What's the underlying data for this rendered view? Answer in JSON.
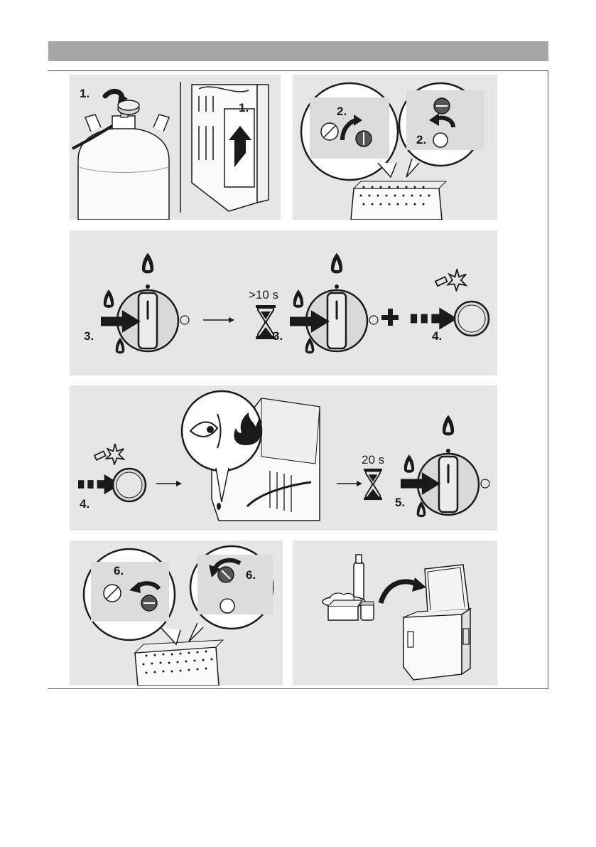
{
  "steps": {
    "s1a": "1.",
    "s1b": "1.",
    "s2a": "2.",
    "s2b": "2.",
    "s3a": "3.",
    "s3b": "3.",
    "s4a": "4.",
    "s4b": "4.",
    "s5": "5.",
    "s6a": "6.",
    "s6b": "6."
  },
  "timers": {
    "wait_1": ">10 s",
    "wait_2": "20 s"
  },
  "colors": {
    "header": "#a6a6a6",
    "panel": "#e6e6e6",
    "dark": "#1a1a1a"
  },
  "icons": [
    "gas-bottle-icon",
    "flame-icon",
    "ignition-spark-icon",
    "hourglass-icon",
    "eye-icon",
    "fire-icon",
    "arrow-right-icon",
    "plus-icon",
    "cool-box-icon"
  ]
}
